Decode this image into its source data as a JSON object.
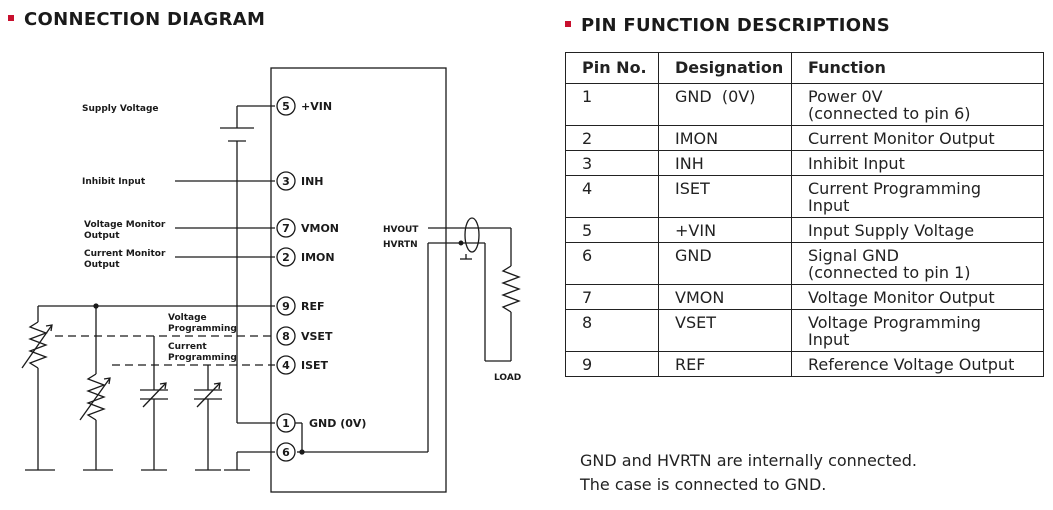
{
  "connection_diagram": {
    "heading": "CONNECTION DIAGRAM",
    "external_labels": {
      "supply_voltage": "Supply Voltage",
      "inhibit_input": "Inhibit Input",
      "voltage_monitor_line1": "Voltage Monitor",
      "voltage_monitor_line2": "Output",
      "current_monitor_line1": "Current Monitor",
      "current_monitor_line2": "Output",
      "voltage_programming_line1": "Voltage",
      "voltage_programming_line2": "Programming",
      "current_programming_line1": "Current",
      "current_programming_line2": "Programming",
      "load": "LOAD"
    },
    "pins": [
      {
        "number": "5",
        "label": "+VIN"
      },
      {
        "number": "3",
        "label": "INH"
      },
      {
        "number": "7",
        "label": "VMON"
      },
      {
        "number": "2",
        "label": "IMON"
      },
      {
        "number": "9",
        "label": "REF"
      },
      {
        "number": "8",
        "label": "VSET"
      },
      {
        "number": "4",
        "label": "ISET"
      },
      {
        "number": "1",
        "label": "GND (0V)"
      },
      {
        "number": "6",
        "label": ""
      }
    ],
    "outputs": {
      "hvout": "HVOUT",
      "hvrtn": "HVRTN"
    }
  },
  "pin_functions": {
    "heading": "PIN FUNCTION DESCRIPTIONS",
    "columns": [
      "Pin No.",
      "Designation",
      "Function"
    ],
    "rows": [
      {
        "pin": "1",
        "designation": "GND  (0V)",
        "function": "Power 0V\n(connected to pin 6)"
      },
      {
        "pin": "2",
        "designation": "IMON",
        "function": "Current Monitor Output"
      },
      {
        "pin": "3",
        "designation": "INH",
        "function": "Inhibit Input"
      },
      {
        "pin": "4",
        "designation": "ISET",
        "function": "Current Programming\nInput"
      },
      {
        "pin": "5",
        "designation": "+VIN",
        "function": "Input Supply Voltage"
      },
      {
        "pin": "6",
        "designation": "GND",
        "function": "Signal GND\n(connected to pin 1)"
      },
      {
        "pin": "7",
        "designation": "VMON",
        "function": "Voltage Monitor Output"
      },
      {
        "pin": "8",
        "designation": "VSET",
        "function": "Voltage Programming\nInput"
      },
      {
        "pin": "9",
        "designation": "REF",
        "function": "Reference Voltage Output"
      }
    ],
    "notes": [
      "GND and HVRTN are internally connected.",
      "The case is connected to GND."
    ]
  },
  "colors": {
    "bullet": "#c8102e",
    "line": "#1a1a1a"
  }
}
